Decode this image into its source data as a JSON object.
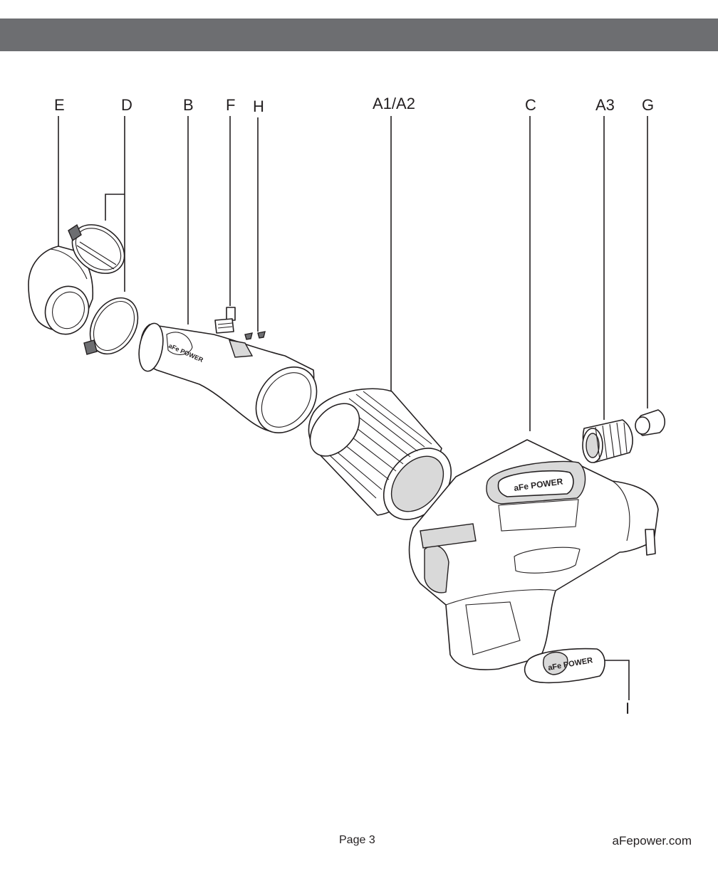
{
  "diagram": {
    "labels": {
      "E": "E",
      "D": "D",
      "B": "B",
      "F": "F",
      "H": "H",
      "A1A2": "A1/A2",
      "C": "C",
      "A3": "A3",
      "G": "G",
      "I": "I"
    },
    "logo_text": "aFe POWER"
  },
  "footer": {
    "page": "Page 3",
    "site": "aFepower.com"
  }
}
